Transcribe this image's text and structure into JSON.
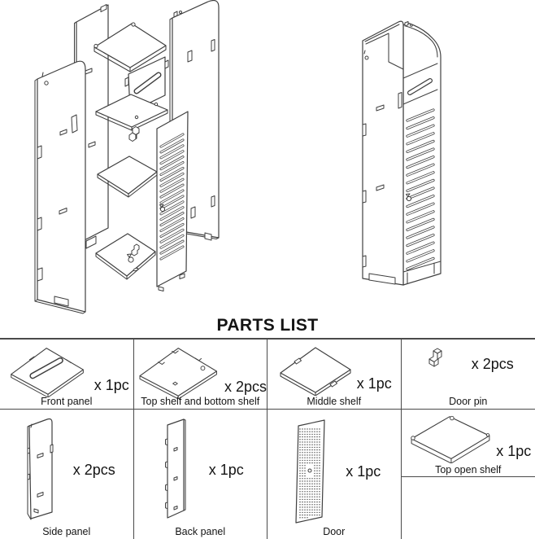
{
  "title": "PARTS LIST",
  "colors": {
    "line": "#3f3f3f",
    "border": "#4a4a4a",
    "text": "#141414",
    "background": "#ffffff"
  },
  "parts": [
    {
      "name": "Front panel",
      "qty": "x 1pc"
    },
    {
      "name": "Top shelf and bottom shelf",
      "qty": "x 2pcs"
    },
    {
      "name": "Middle shelf",
      "qty": "x 1pc"
    },
    {
      "name": "Door pin",
      "qty": "x 2pcs"
    },
    {
      "name": "Side panel",
      "qty": "x 2pcs"
    },
    {
      "name": "Back panel",
      "qty": "x 1pc"
    },
    {
      "name": "Door",
      "qty": "x 1pc"
    },
    {
      "name": "Top open shelf",
      "qty": "x 1pc"
    }
  ]
}
